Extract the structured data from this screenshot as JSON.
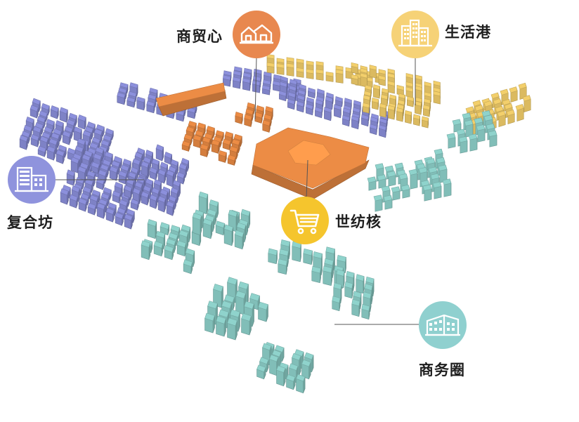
{
  "zones": [
    {
      "id": "shangmaoxin",
      "label": "商贸心",
      "color": "#e8884f",
      "icon": "house-icon"
    },
    {
      "id": "shenghuogang",
      "label": "生活港",
      "color": "#f6d277",
      "icon": "apartment-building-icon"
    },
    {
      "id": "fuhefang",
      "label": "复合坊",
      "color": "#8f93dd",
      "icon": "office-building-icon"
    },
    {
      "id": "shifanghe",
      "label": "世纺核",
      "color": "#f5c52d",
      "icon": "shopping-cart-icon"
    },
    {
      "id": "shangwuquan",
      "label": "商务圈",
      "color": "#8fd0cf",
      "icon": "business-building-icon"
    }
  ],
  "colors": {
    "residential": "#f3cf6b",
    "mixed": "#8c90dc",
    "commercial": "#ec8c45",
    "business": "#8fd3cc",
    "leader": "#555555"
  }
}
